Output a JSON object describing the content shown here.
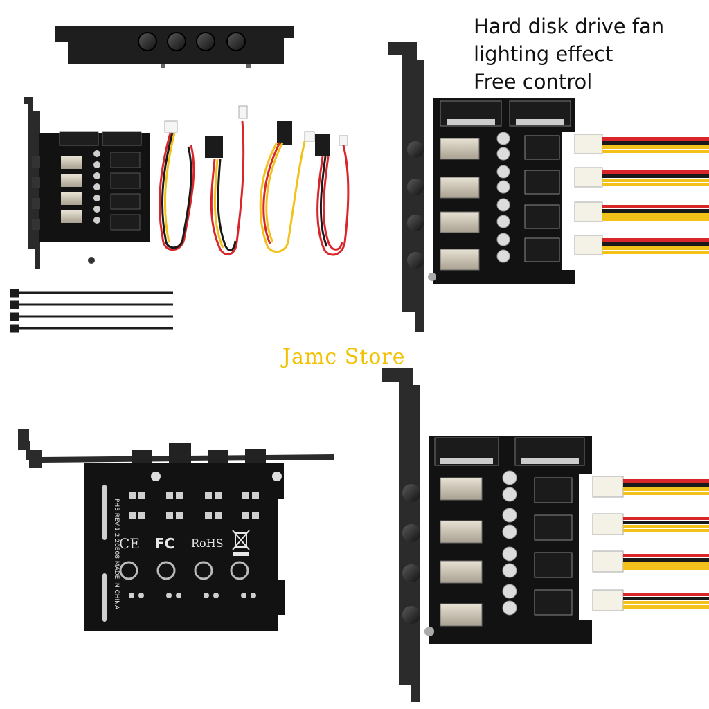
{
  "headline": {
    "line1": "Hard disk drive fan",
    "line2": "lighting effect",
    "line3": "Free control"
  },
  "watermark": "Jamc Store",
  "board_markings": {
    "ce": "CE",
    "fc": "FC",
    "rohs": "RoHS",
    "model": "PH3 REV:1.2 20E08 MADE IN CHINA"
  },
  "colors": {
    "wire_red": "#d8262b",
    "wire_yellow": "#f2c21a",
    "wire_black": "#1a1a1a",
    "pcb": "#121212",
    "bracket": "#2b2b2b",
    "watermark": "#f2c200"
  },
  "parts": {
    "knob_count": 4,
    "cable_count": 4,
    "zip_tie_count": 4
  }
}
